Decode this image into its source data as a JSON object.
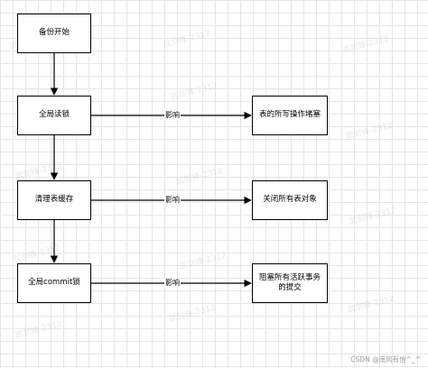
{
  "nodes": {
    "backup_start": "备份开始",
    "global_read_lock": "全局读锁",
    "clear_table_cache": "清理表缓存",
    "global_commit_lock": "全局commit锁",
    "block_writes": "表的所写操作堵塞",
    "close_tables": "关闭所有表对象",
    "block_commits": "阻塞所有活跃事务的提交"
  },
  "edge_labels": {
    "impact_1": "影响",
    "impact_2": "影响",
    "impact_3": "影响"
  },
  "watermark": "武剑锋-2312",
  "credit": "CSDN @南风有信^_^",
  "colors": {
    "stroke": "#000000",
    "grid": "#e6e6e6",
    "background": "#ffffff"
  }
}
